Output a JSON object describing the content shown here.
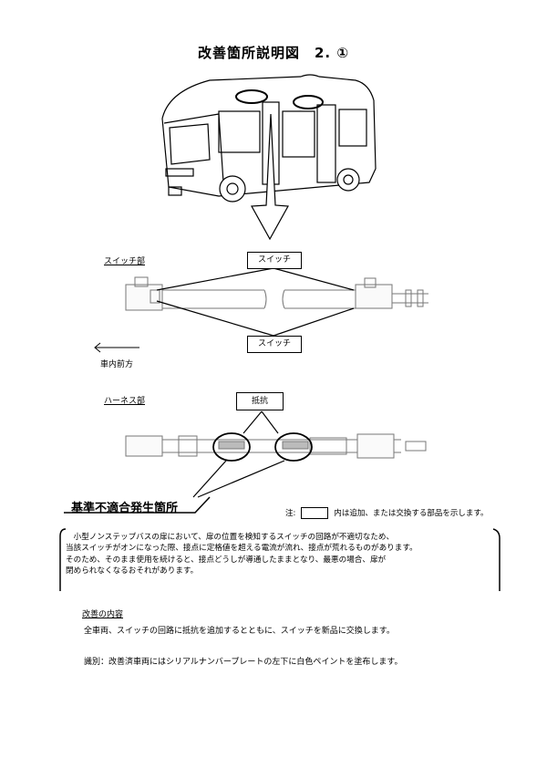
{
  "title": "改善箇所説明図　2. ①",
  "switch_section": {
    "heading": "スイッチ部",
    "callout_top": "スイッチ",
    "callout_bottom": "スイッチ",
    "direction_label": "車内前方"
  },
  "harness_section": {
    "heading": "ハーネス部",
    "callout": "抵抗"
  },
  "defect_label": "基準不適合発生箇所",
  "note": {
    "prefix": "注:",
    "suffix": "内は追加、または交換する部品を示します。"
  },
  "description": [
    "　小型ノンステップバスの扉において、扉の位置を検知するスイッチの回路が不適切なため、",
    "当該スイッチがオンになった際、接点に定格値を超える電流が流れ、接点が荒れるものがあります。",
    "そのため、そのまま使用を続けると、接点どうしが導通したままとなり、最悪の場合、扉が",
    "閉められなくなるおそれがあります。"
  ],
  "improvement": {
    "heading": "改善の内容",
    "text": "全車両、スイッチの回路に抵抗を追加するとともに、スイッチを新品に交換します。"
  },
  "identification": "識別：改善済車両にはシリアルナンバープレートの左下に白色ペイントを塗布します。"
}
